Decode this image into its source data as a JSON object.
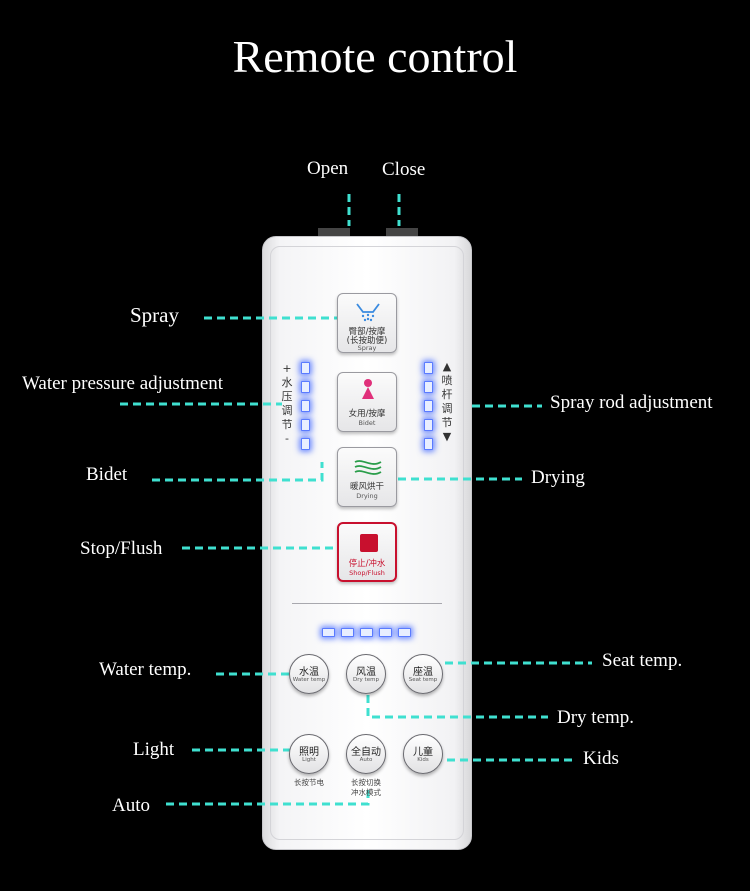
{
  "title": "Remote control",
  "callouts": {
    "open": "Open",
    "close": "Close",
    "spray": "Spray",
    "water_pressure": "Water pressure adjustment",
    "spray_rod": "Spray rod adjustment",
    "bidet": "Bidet",
    "drying": "Drying",
    "stop_flush": "Stop/Flush",
    "water_temp": "Water temp.",
    "seat_temp": "Seat temp.",
    "dry_temp": "Dry temp.",
    "light": "Light",
    "kids": "Kids",
    "auto": "Auto"
  },
  "buttons": {
    "spray": {
      "cn": "臀部/按摩",
      "cn2": "(长按助便)",
      "en": "Spray"
    },
    "bidet": {
      "cn": "女用/按摩",
      "en": "Bidet"
    },
    "drying": {
      "cn": "暖风烘干",
      "en": "Drying"
    },
    "stop": {
      "cn": "停止/冲水",
      "en": "Shop/Flush"
    },
    "water_temp": {
      "cn": "水温",
      "en": "Water temp"
    },
    "dry_temp": {
      "cn": "风温",
      "en": "Dry temp"
    },
    "seat_temp": {
      "cn": "座温",
      "en": "Seat temp"
    },
    "light": {
      "cn": "照明",
      "en": "Light",
      "sub": "长按节电"
    },
    "auto": {
      "cn": "全自动",
      "en": "Auto",
      "sub1": "长按切换",
      "sub2": "冲水模式"
    },
    "kids": {
      "cn": "儿童",
      "en": "Kids"
    }
  },
  "side_labels": {
    "pressure": [
      "+",
      "水",
      "压",
      "调",
      "节",
      "-"
    ],
    "rod": [
      "▲",
      "喷",
      "杆",
      "调",
      "节",
      "▼"
    ]
  },
  "colors": {
    "background": "#000000",
    "callout_line": "#3fe0d0",
    "led": "#5a7bff",
    "stop_red": "#c8102e"
  }
}
